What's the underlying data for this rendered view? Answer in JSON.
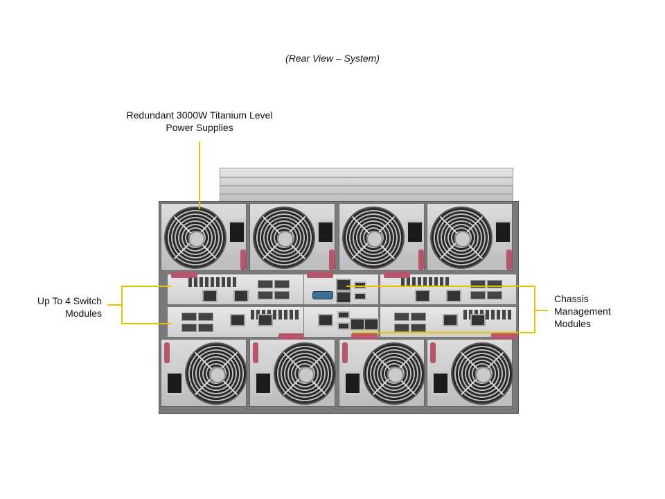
{
  "caption": "(Rear View – System)",
  "callouts": {
    "power_supplies": "Redundant  3000W Titanium  Level Power Supplies",
    "power_supplies_line1": "Redundant  3000W Titanium  Level",
    "power_supplies_line2": "Power Supplies",
    "switch_modules_line1": "Up To 4 Switch",
    "switch_modules_line2": "Modules",
    "cmm_line1": "Chassis",
    "cmm_line2": "Management",
    "cmm_line3": "Modules"
  },
  "colors": {
    "callout_line": "#f0be00",
    "handle": "#b5566b"
  }
}
